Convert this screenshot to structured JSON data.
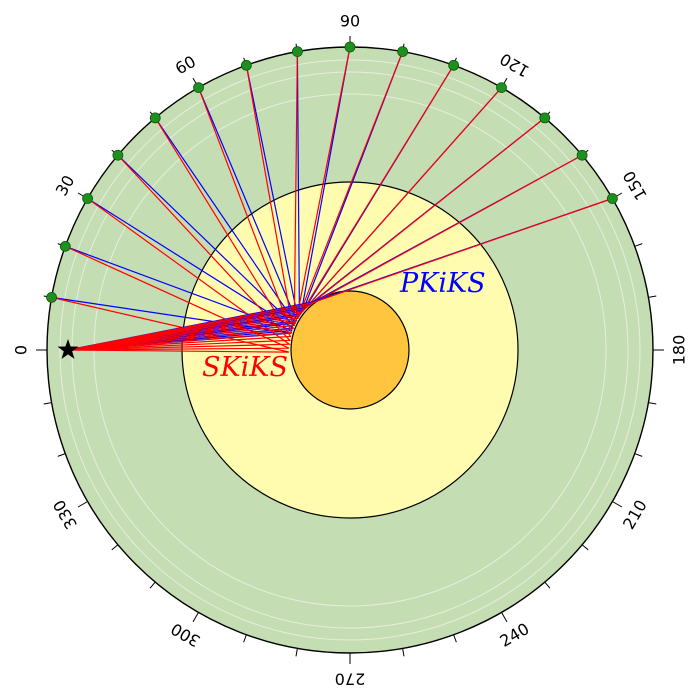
{
  "labels": {
    "phase_p": "PKiKS",
    "phase_s": "SKiKS"
  },
  "colors": {
    "mantle": "#c5ddb3",
    "outer_core": "#fffcb0",
    "inner_core": "#ffc53f",
    "p_ray": "#0000ff",
    "s_ray": "#ff0000",
    "station": "#1f8f1f",
    "source": "#000000",
    "outline": "#000000",
    "guide": "#e6eedc"
  },
  "axis": {
    "tick_labels": [
      "0",
      "30",
      "60",
      "90",
      "120",
      "150",
      "180",
      "210",
      "240",
      "270",
      "300",
      "330"
    ]
  },
  "source": {
    "angle_deg": 0
  },
  "stations_deg": [
    10,
    20,
    30,
    40,
    50,
    60,
    70,
    80,
    90,
    100,
    110,
    120,
    130,
    140,
    150
  ],
  "icons": {
    "source": "star-icon",
    "station": "circle-dot-icon"
  }
}
